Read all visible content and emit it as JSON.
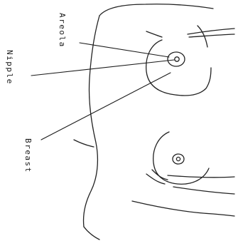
{
  "labels": {
    "nipple": "Nipple",
    "areola": "Areola",
    "breast": "Breast"
  }
}
